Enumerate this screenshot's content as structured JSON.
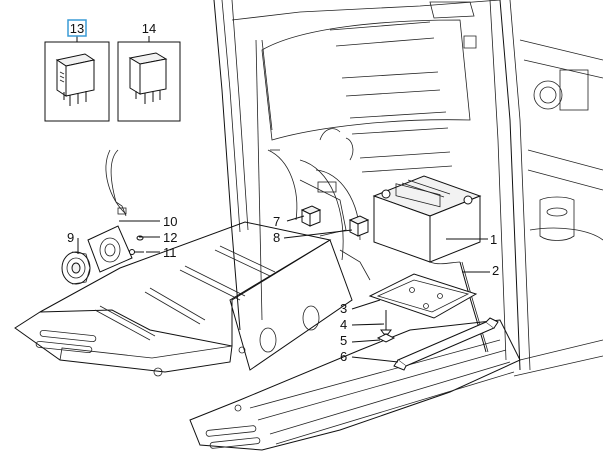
{
  "callouts": {
    "c1": "1",
    "c2": "2",
    "c3": "3",
    "c4": "4",
    "c5": "5",
    "c6": "6",
    "c7": "7",
    "c8": "8",
    "c9": "9",
    "c10": "10",
    "c11": "11",
    "c12": "12",
    "c13": "13",
    "c14": "14"
  },
  "colors": {
    "highlight_box": "#3a9bd5",
    "ink": "#111111"
  }
}
